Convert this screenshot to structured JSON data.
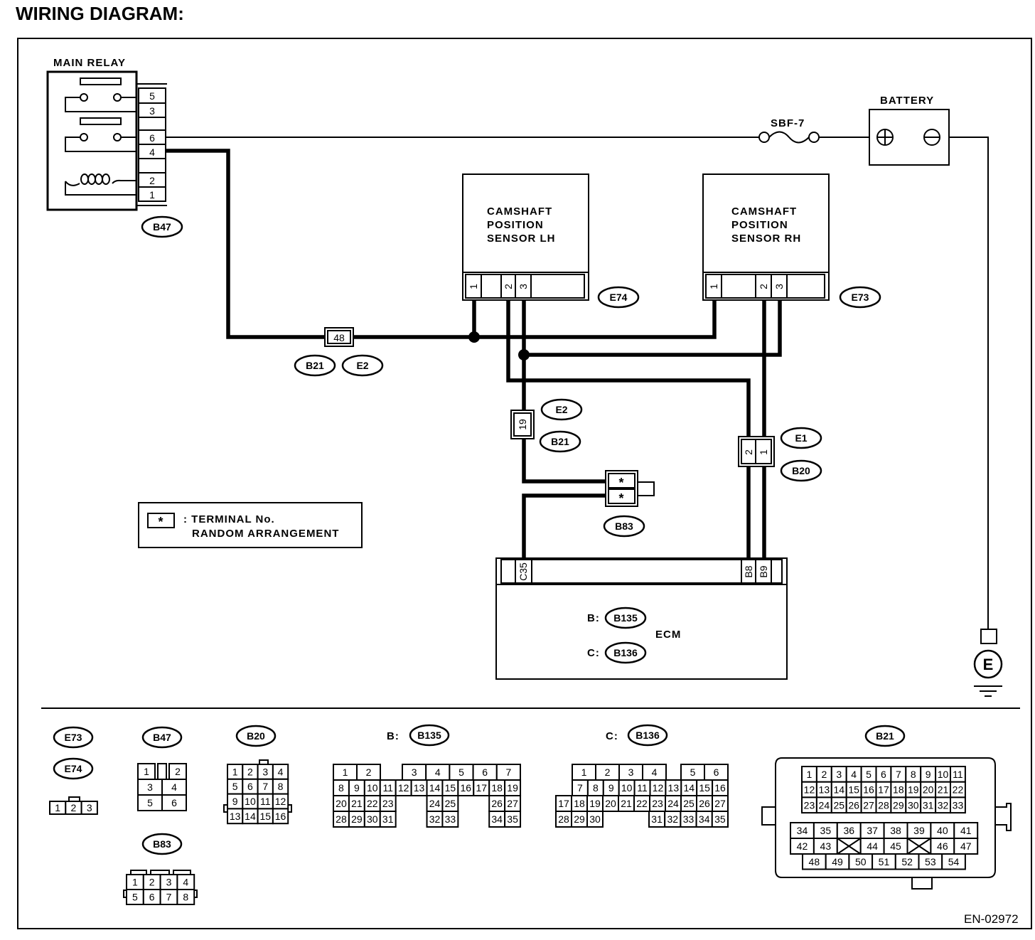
{
  "title": "WIRING DIAGRAM:",
  "figure_id": "EN-02972",
  "main_relay": {
    "label": "MAIN RELAY",
    "terminals": [
      "5",
      "3",
      "6",
      "4",
      "2",
      "1"
    ],
    "connector": "B47"
  },
  "fuse": {
    "label": "SBF-7"
  },
  "battery": {
    "label": "BATTERY"
  },
  "sensor_lh": {
    "label_lines": [
      "CAMSHAFT",
      "POSITION",
      "SENSOR LH"
    ],
    "terminals": [
      "1",
      "2",
      "3"
    ],
    "connector": "E74"
  },
  "sensor_rh": {
    "label_lines": [
      "CAMSHAFT",
      "POSITION",
      "SENSOR RH"
    ],
    "terminals": [
      "1",
      "2",
      "3"
    ],
    "connector": "E73"
  },
  "ecm": {
    "label": "ECM",
    "terminals": [
      "C35",
      "B8",
      "B9"
    ],
    "connectors": [
      {
        "prefix": "B:",
        "id": "B135"
      },
      {
        "prefix": "C:",
        "id": "B136"
      }
    ]
  },
  "ground": {
    "label": "E"
  },
  "joint_48": {
    "terminal": "48",
    "connectors": [
      "B21",
      "E2"
    ]
  },
  "joint_19": {
    "terminal": "19",
    "connectors": [
      "E2",
      "B21"
    ]
  },
  "joint_e1": {
    "terminals": [
      "2",
      "1"
    ],
    "connectors": [
      "E1",
      "B20"
    ]
  },
  "joint_b83": {
    "terminals": [
      "*",
      "*"
    ],
    "connector": "B83"
  },
  "legend": {
    "symbol": "*",
    "line1": ": TERMINAL No.",
    "line2": "RANDOM ARRANGEMENT"
  },
  "connector_views": [
    {
      "ids": [
        "E73",
        "E74"
      ],
      "terminals": [
        "1",
        "2",
        "3"
      ]
    },
    {
      "ids": [
        "B47"
      ],
      "terminals": [
        "1",
        "",
        "2",
        "3",
        "4",
        "5",
        "6"
      ]
    },
    {
      "ids": [
        "B20"
      ],
      "terminals": [
        "1",
        "2",
        "3",
        "4",
        "5",
        "6",
        "7",
        "8",
        "9",
        "10",
        "11",
        "12",
        "13",
        "14",
        "15",
        "16"
      ]
    },
    {
      "ids": [
        "B83"
      ],
      "terminals": [
        "1",
        "2",
        "3",
        "4",
        "5",
        "6",
        "7",
        "8"
      ]
    },
    {
      "prefix": "B:",
      "ids": [
        "B135"
      ],
      "terminals": [
        "1",
        "2",
        "3",
        "4",
        "5",
        "6",
        "7",
        "8",
        "9",
        "10",
        "11",
        "12",
        "13",
        "14",
        "15",
        "16",
        "17",
        "18",
        "19",
        "20",
        "21",
        "22",
        "23",
        "24",
        "25",
        "26",
        "27",
        "28",
        "29",
        "30",
        "31",
        "32",
        "33",
        "34",
        "35"
      ]
    },
    {
      "prefix": "C:",
      "ids": [
        "B136"
      ],
      "terminals": [
        "1",
        "2",
        "3",
        "4",
        "5",
        "6",
        "7",
        "8",
        "9",
        "10",
        "11",
        "12",
        "13",
        "14",
        "15",
        "16",
        "17",
        "18",
        "19",
        "20",
        "21",
        "22",
        "23",
        "24",
        "25",
        "26",
        "27",
        "28",
        "29",
        "30",
        "31",
        "32",
        "33",
        "34",
        "35"
      ]
    },
    {
      "ids": [
        "B21"
      ],
      "terminals": [
        "1",
        "2",
        "3",
        "4",
        "5",
        "6",
        "7",
        "8",
        "9",
        "10",
        "11",
        "12",
        "13",
        "14",
        "15",
        "16",
        "17",
        "18",
        "19",
        "20",
        "21",
        "22",
        "23",
        "24",
        "25",
        "26",
        "27",
        "28",
        "29",
        "30",
        "31",
        "32",
        "33",
        "34",
        "35",
        "36",
        "37",
        "38",
        "39",
        "40",
        "41",
        "42",
        "43",
        "44",
        "45",
        "46",
        "47",
        "48",
        "49",
        "50",
        "51",
        "52",
        "53",
        "54"
      ]
    }
  ]
}
